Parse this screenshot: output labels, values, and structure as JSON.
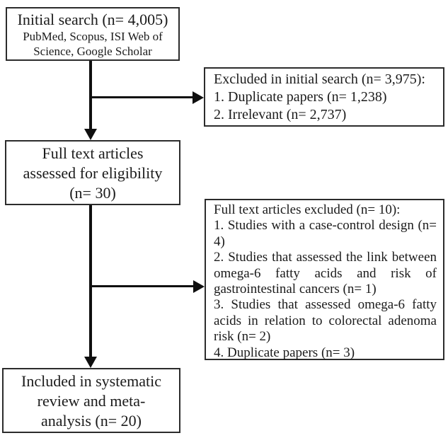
{
  "boxes": {
    "initial_search": {
      "title": "Initial search (n= 4,005)",
      "subtitle": "PubMed, Scopus, ISI Web of Science, Google Scholar"
    },
    "excluded_initial": {
      "heading": "Excluded in initial search (n= 3,975):",
      "items": [
        "1. Duplicate papers (n= 1,238)",
        "2. Irrelevant (n= 2,737)"
      ]
    },
    "fulltext_assessed": {
      "lines": [
        "Full text articles",
        "assessed for eligibility",
        "(n= 30)"
      ]
    },
    "excluded_fulltext": {
      "heading": "Full text articles excluded (n= 10):",
      "items": [
        "1. Studies with a case-control design (n= 4)",
        "2. Studies that assessed the link between omega-6 fatty acids and risk of gastrointestinal cancers (n= 1)",
        "3. Studies that assessed omega-6 fatty acids in relation to colorectal adenoma risk (n= 2)",
        "4. Duplicate papers (n= 3)"
      ]
    },
    "included": {
      "lines": [
        "Included in systematic",
        "review and meta-",
        "analysis (n= 20)"
      ]
    }
  },
  "colors": {
    "background": "#ffffff",
    "box_border": "#2c2c2c",
    "text": "#1b1b1b",
    "arrow": "#0f0f0f"
  }
}
